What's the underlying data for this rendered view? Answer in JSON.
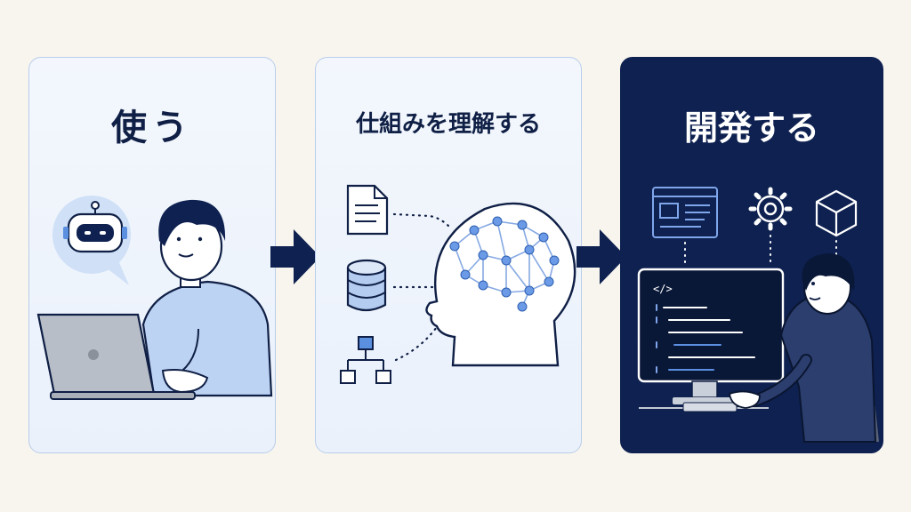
{
  "steps": [
    {
      "id": "use",
      "title": "使う"
    },
    {
      "id": "understand",
      "title": "仕組みを理解する"
    },
    {
      "id": "develop",
      "title": "開発する"
    }
  ],
  "icons": {
    "step1": [
      "robot-chat-bubble-icon",
      "person-icon",
      "laptop-icon"
    ],
    "step2": [
      "document-icon",
      "database-icon",
      "hierarchy-icon",
      "head-neural-network-icon"
    ],
    "step3": [
      "browser-window-icon",
      "gear-icon",
      "cube-icon",
      "monitor-code-icon",
      "programmer-icon"
    ]
  },
  "colors": {
    "background": "#f8f5ef",
    "navy": "#0e2150",
    "accent_blue": "#5b8fe0",
    "light_blue": "#cfe0f7",
    "panel_light": "#eef4fc"
  }
}
